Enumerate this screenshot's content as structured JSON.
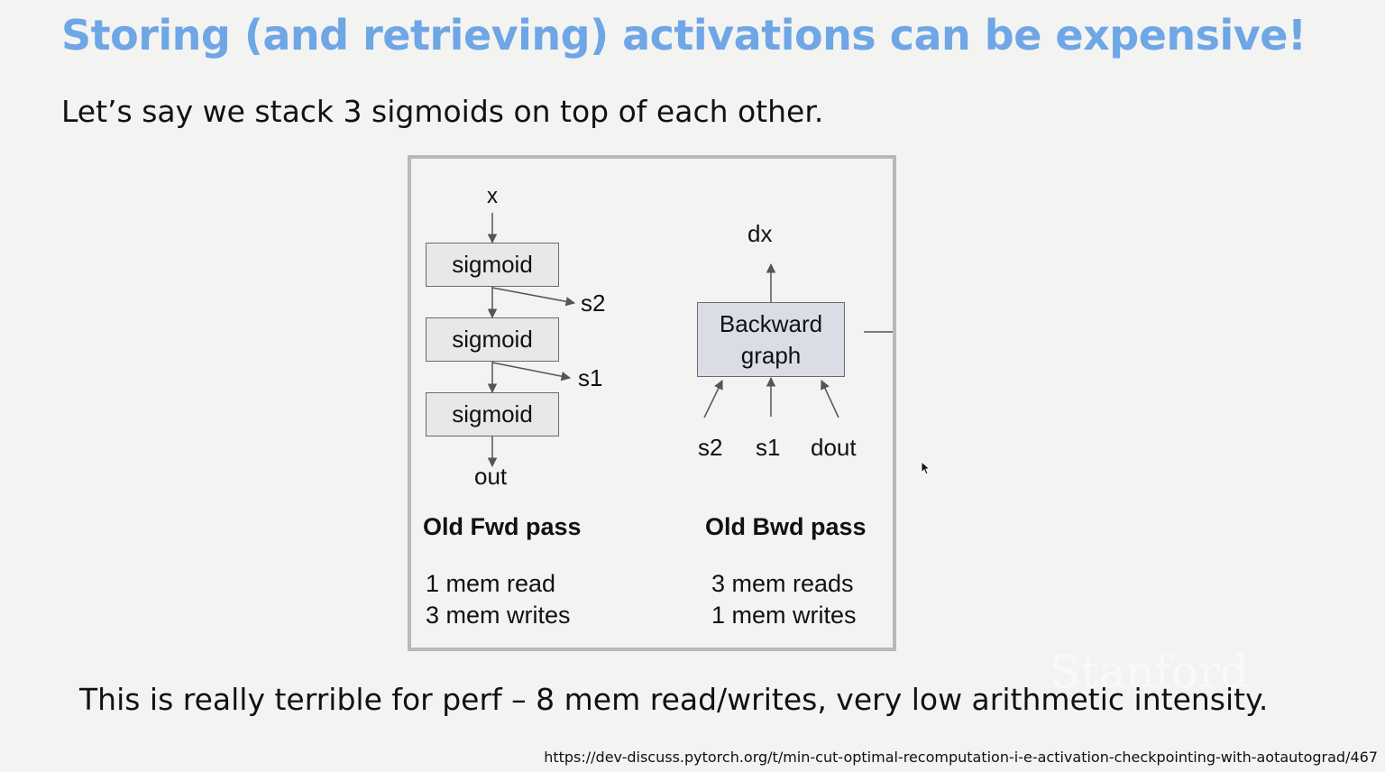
{
  "slide": {
    "title": "Storing (and retrieving) activations can be expensive!",
    "subtitle": "Let’s say we stack 3 sigmoids on top of each other.",
    "footer": "This is really terrible for perf – 8 mem read/writes, very low arithmetic intensity.",
    "url": "https://dev-discuss.pytorch.org/t/min-cut-optimal-recomputation-i-e-activation-checkpointing-with-aotautograd/467",
    "watermark": "Stanford"
  },
  "diagram": {
    "forward": {
      "input": "x",
      "boxes": [
        "sigmoid",
        "sigmoid",
        "sigmoid"
      ],
      "saved": [
        "s2",
        "s1"
      ],
      "output": "out",
      "heading": "Old Fwd pass",
      "stats": [
        "1 mem read",
        "3 mem writes"
      ]
    },
    "backward": {
      "output": "dx",
      "box": "Backward\ngraph",
      "inputs": [
        "s2",
        "s1",
        "dout"
      ],
      "heading": "Old Bwd pass",
      "stats": [
        "3 mem reads",
        "1 mem writes"
      ]
    }
  },
  "colors": {
    "title": "#6ea6e6",
    "box_fill": "#e8e8e8",
    "backward_box_fill": "#dadde6",
    "frame": "#b9b9b9",
    "background": "#f3f3f2"
  }
}
